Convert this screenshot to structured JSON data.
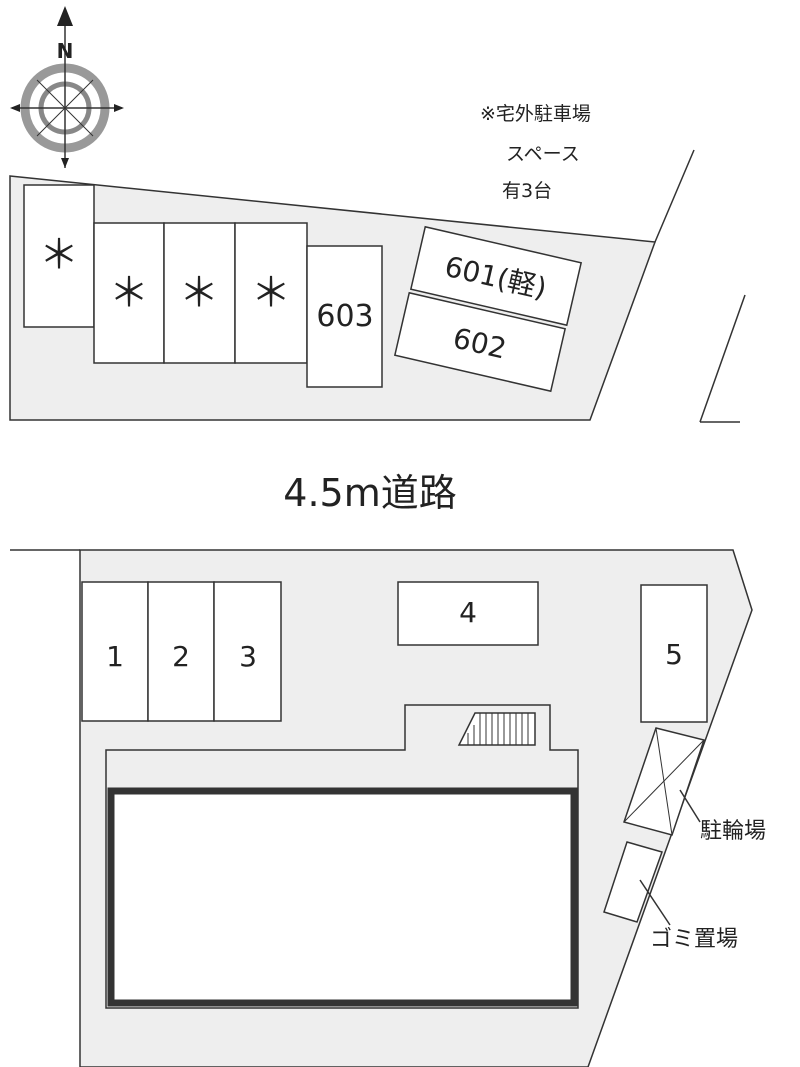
{
  "compass": {
    "north_label": "N"
  },
  "offsite_note": {
    "line1": "※宅外駐車場",
    "line2": "スペース",
    "line3": "有3台"
  },
  "road": {
    "label": "4.5m道路"
  },
  "north_lot": {
    "asterisk_spaces": [
      "＊",
      "＊",
      "＊",
      "＊"
    ],
    "space_603": "603",
    "space_601": "601(軽)",
    "space_602": "602"
  },
  "south_lot": {
    "spaces": [
      "1",
      "2",
      "3",
      "4",
      "5"
    ],
    "bicycle_parking": "駐輪場",
    "garbage_area": "ゴミ置場"
  },
  "colors": {
    "lot_fill": "#eeeeee",
    "line": "#333333",
    "building_border": "#333333",
    "compass_ring": "#999999"
  }
}
